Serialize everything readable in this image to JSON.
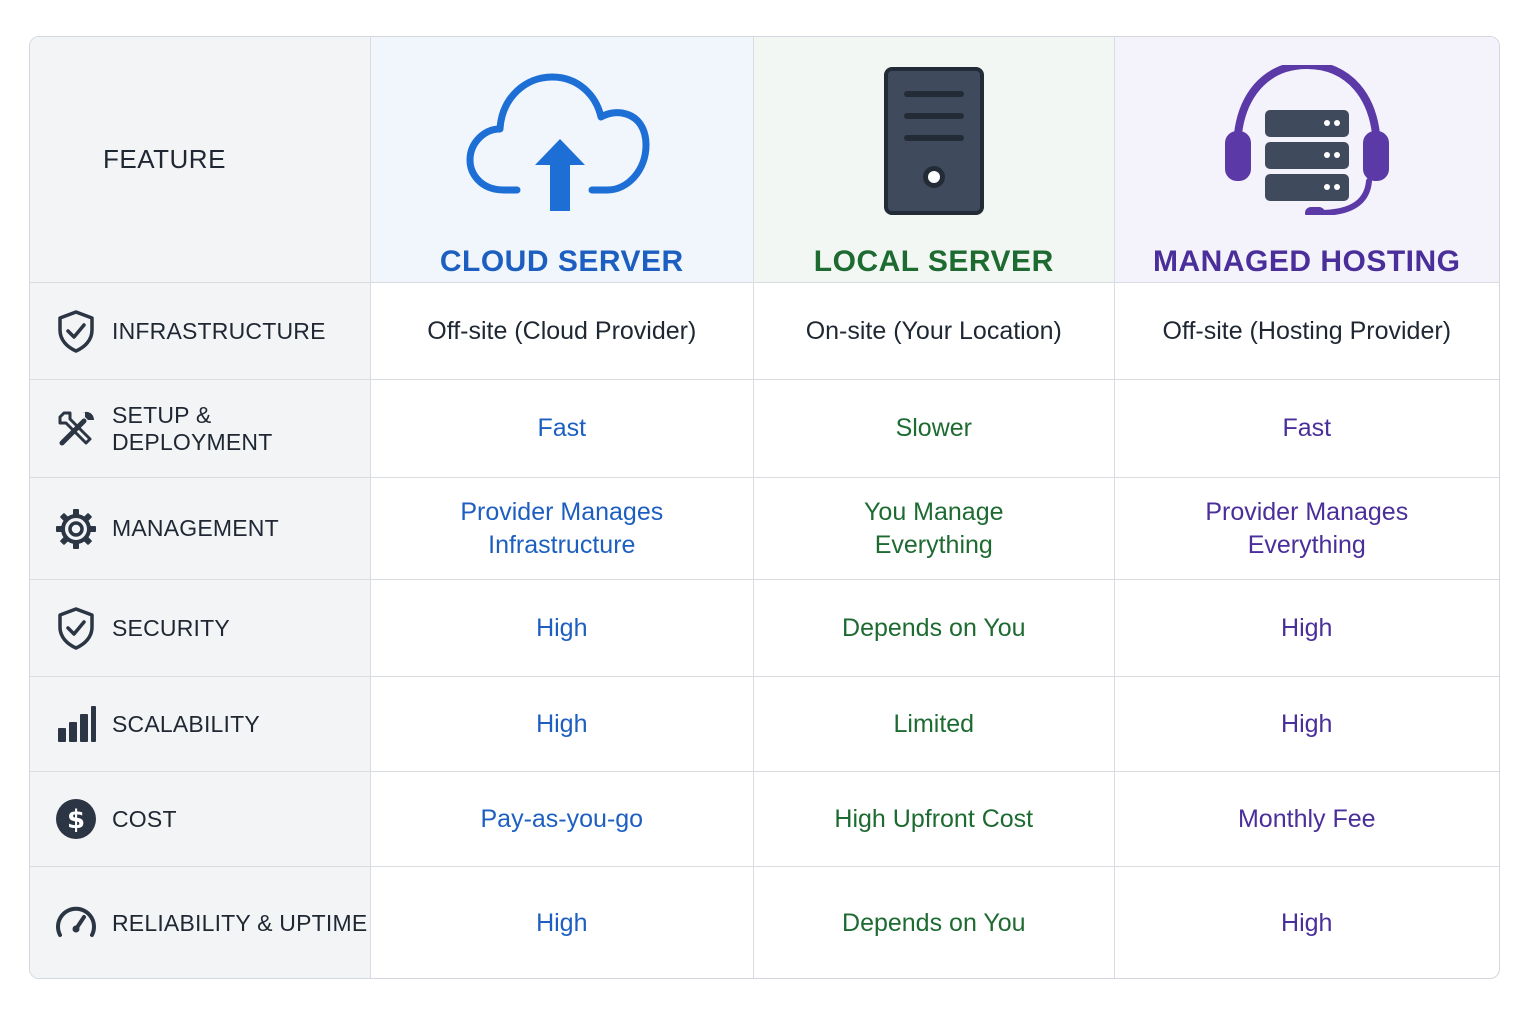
{
  "header": {
    "feature_label": "FEATURE",
    "columns": [
      {
        "title": "CLOUD SERVER",
        "icon": "cloud-upload-icon",
        "color": "#1d5fc0"
      },
      {
        "title": "LOCAL SERVER",
        "icon": "server-tower-icon",
        "color": "#1e6b32"
      },
      {
        "title": "MANAGED HOSTING",
        "icon": "headset-server-icon",
        "color": "#4a2e9a"
      }
    ]
  },
  "rows": [
    {
      "feature": "INFRASTRUCTURE",
      "icon": "shield-check-icon",
      "values": [
        "Off-site (Cloud Provider)",
        "On-site (Your Location)",
        "Off-site (Hosting Provider)"
      ]
    },
    {
      "feature": "SETUP & DEPLOYMENT",
      "icon": "tools-icon",
      "values": [
        "Fast",
        "Slower",
        "Fast"
      ]
    },
    {
      "feature": "MANAGEMENT",
      "icon": "gear-icon",
      "values": [
        "Provider Manages\nInfrastructure",
        "You Manage\nEverything",
        "Provider Manages\nEverything"
      ]
    },
    {
      "feature": "SECURITY",
      "icon": "shield-check-icon",
      "values": [
        "High",
        "Depends on You",
        "High"
      ]
    },
    {
      "feature": "SCALABILITY",
      "icon": "bar-chart-icon",
      "values": [
        "High",
        "Limited",
        "High"
      ]
    },
    {
      "feature": "COST",
      "icon": "dollar-circle-icon",
      "values": [
        "Pay-as-you-go",
        "High Upfront Cost",
        "Monthly Fee"
      ]
    },
    {
      "feature": "RELIABILITY & UPTIME",
      "icon": "speedometer-icon",
      "values": [
        "High",
        "Depends on You",
        "High"
      ]
    }
  ]
}
